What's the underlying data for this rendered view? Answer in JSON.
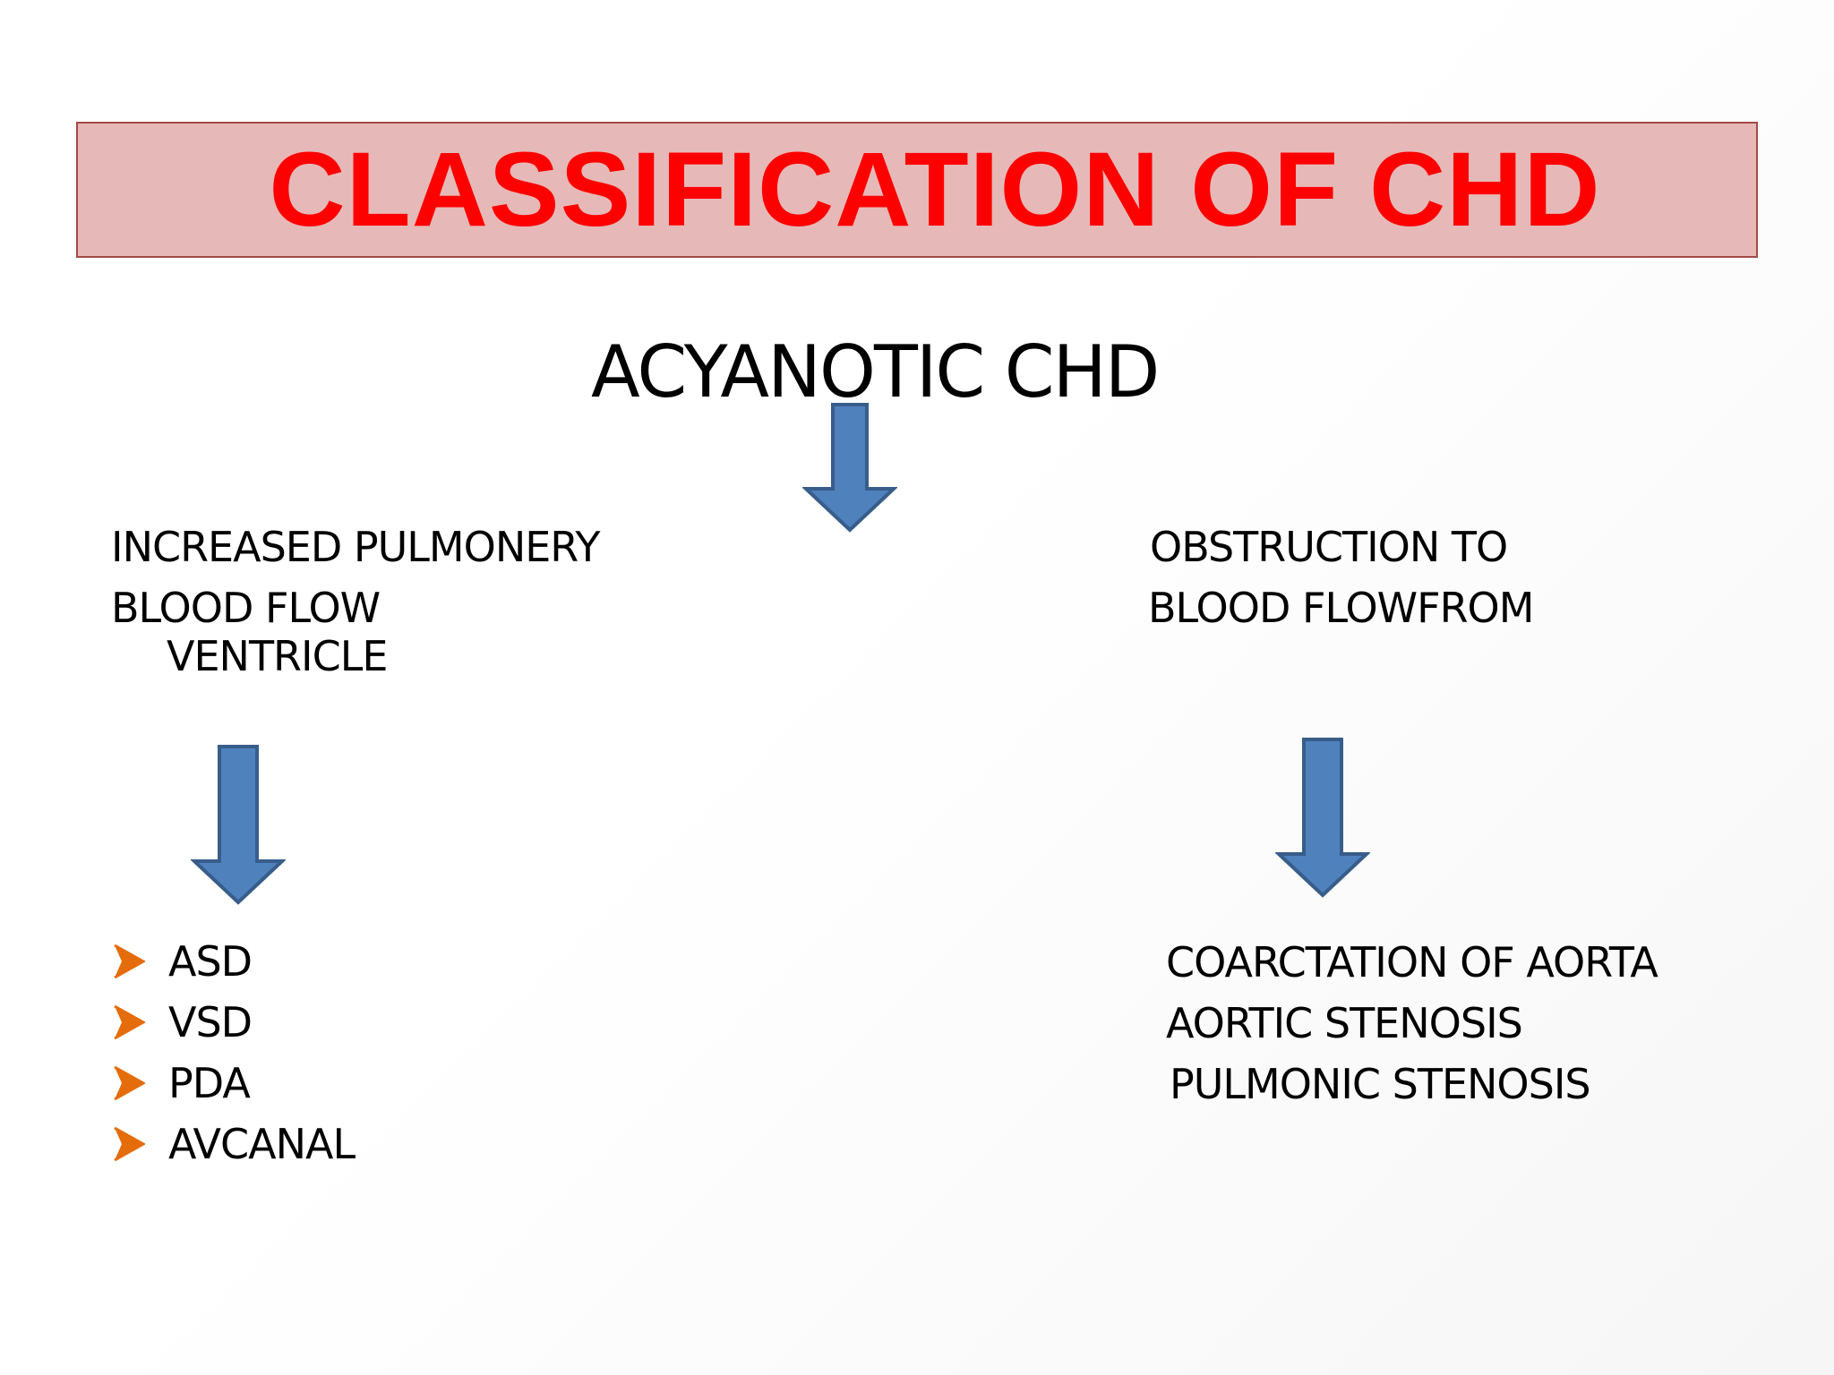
{
  "title": "CLASSIFICATION OF CHD",
  "subtitle": "ACYANOTIC  CHD",
  "left_branch": {
    "heading_lines": [
      "INCREASED PULMONERY",
      "BLOOD FLOW",
      "VENTRICLE"
    ],
    "items": [
      "ASD",
      "VSD",
      "PDA",
      "AVCANAL"
    ]
  },
  "right_branch": {
    "heading_lines": [
      "OBSTRUCTION TO",
      "BLOOD FLOWFROM"
    ],
    "items": [
      "COARCTATION OF AORTA",
      "AORTIC STENOSIS",
      "PULMONIC STENOSIS"
    ]
  },
  "colors": {
    "title_text": "#ff0000",
    "title_fill": "#e6b9b8",
    "title_border": "#a24a46",
    "arrow_fill": "#4f81bd",
    "arrow_stroke": "#385d8a",
    "bullet": "#e46c0a"
  },
  "icons": {
    "arrow": "down-arrow-icon",
    "bullet": "chevron-right-bullet-icon"
  }
}
